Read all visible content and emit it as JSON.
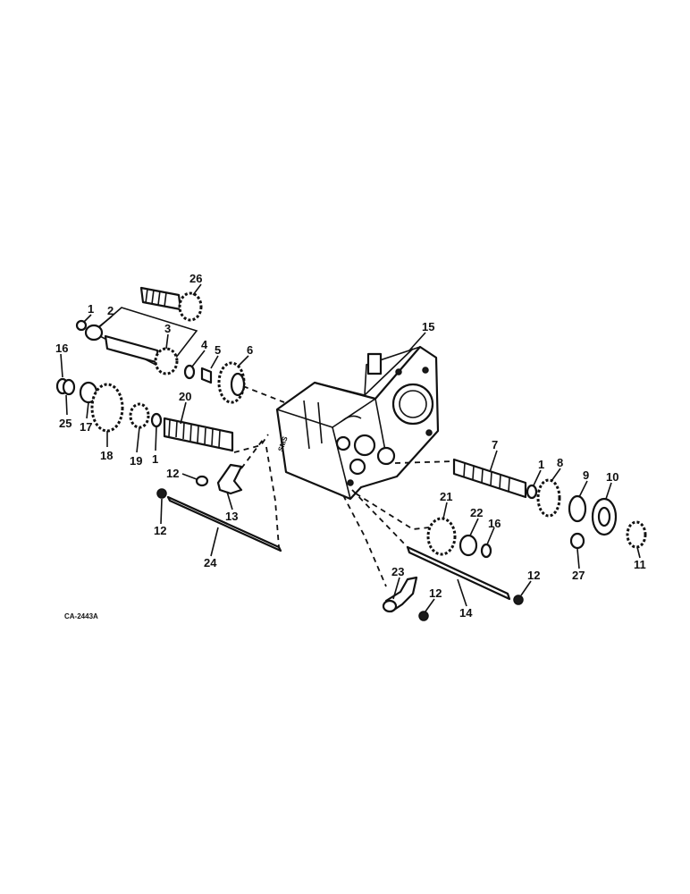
{
  "diagram_code": "CA-2443A",
  "housing_mark": "SMS",
  "callouts": {
    "c26": "26",
    "c1a": "1",
    "c2": "2",
    "c3": "3",
    "c4": "4",
    "c5": "5",
    "c6": "6",
    "c16a": "16",
    "c25": "25",
    "c17": "17",
    "c18": "18",
    "c19": "19",
    "c1b": "1",
    "c20": "20",
    "c15": "15",
    "c12a": "12",
    "c13": "13",
    "c12b": "12",
    "c24": "24",
    "c7": "7",
    "c1c": "1",
    "c8": "8",
    "c9": "9",
    "c10": "10",
    "c11": "11",
    "c27": "27",
    "c21": "21",
    "c22": "22",
    "c16b": "16",
    "c23": "23",
    "c12c": "12",
    "c12d": "12",
    "c14": "14"
  }
}
